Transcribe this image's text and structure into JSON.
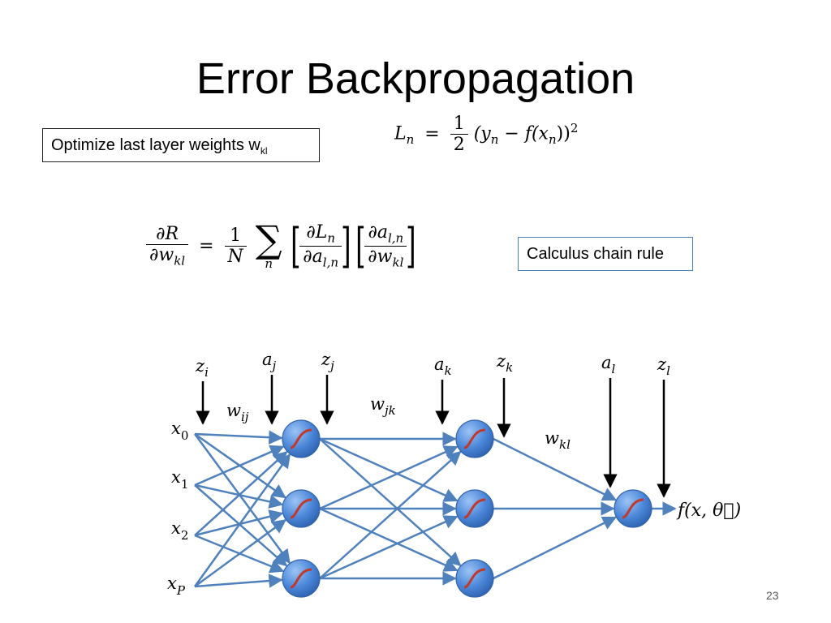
{
  "slide": {
    "title": "Error Backpropagation",
    "number": "23"
  },
  "boxes": {
    "optimize": {
      "text": "Optimize last layer weights w",
      "subscript": "kl"
    },
    "chain_rule": "Calculus chain rule"
  },
  "equations": {
    "loss": {
      "lhs": "L",
      "lhs_sub": "n",
      "equals": "=",
      "frac_num": "1",
      "frac_den": "2",
      "rhs": "(y",
      "rhs_sub1": "n",
      "rhs_mid": " − f(x",
      "rhs_sub2": "n",
      "rhs_end": "))",
      "power": "2"
    },
    "gradient": {
      "lhs_num": "∂R",
      "lhs_den": "∂w",
      "lhs_den_sub": "kl",
      "equals": "=",
      "coef_num": "1",
      "coef_den": "N",
      "sum_symbol": "∑",
      "sum_index": "n",
      "t1_num": "∂L",
      "t1_num_sub": "n",
      "t1_den": "∂a",
      "t1_den_sub": "l,n",
      "t2_num": "∂a",
      "t2_num_sub": "l,n",
      "t2_den": "∂w",
      "t2_den_sub": "kl"
    }
  },
  "network": {
    "inputs": [
      {
        "base": "x",
        "sub": "0"
      },
      {
        "base": "x",
        "sub": "1"
      },
      {
        "base": "x",
        "sub": "2"
      },
      {
        "base": "x",
        "sub": "P"
      }
    ],
    "signals": [
      {
        "base": "z",
        "sub": "i"
      },
      {
        "base": "a",
        "sub": "j"
      },
      {
        "base": "z",
        "sub": "j"
      },
      {
        "base": "a",
        "sub": "k"
      },
      {
        "base": "z",
        "sub": "k"
      },
      {
        "base": "a",
        "sub": "l"
      },
      {
        "base": "z",
        "sub": "l"
      }
    ],
    "weights": [
      {
        "base": "w",
        "sub": "ij"
      },
      {
        "base": "w",
        "sub": "jk"
      },
      {
        "base": "w",
        "sub": "kl"
      }
    ],
    "output": "f(x, θ⃗)",
    "colors": {
      "edge": "#4f81bd",
      "node_fill": "#4a86d8",
      "node_stroke": "#3264a8",
      "sigmoid": "#c0392b"
    }
  }
}
